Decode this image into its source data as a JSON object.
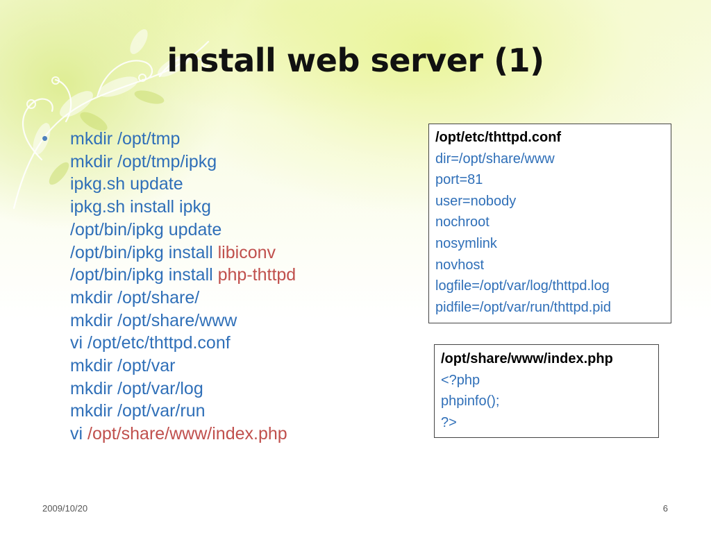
{
  "slide": {
    "title": "install web server (1)",
    "commands": [
      {
        "text": "mkdir /opt/tmp",
        "highlight": ""
      },
      {
        "text": "mkdir /opt/tmp/ipkg",
        "highlight": ""
      },
      {
        "text": "ipkg.sh update",
        "highlight": ""
      },
      {
        "text": "ipkg.sh install ipkg",
        "highlight": ""
      },
      {
        "text": "/opt/bin/ipkg update",
        "highlight": ""
      },
      {
        "text": "/opt/bin/ipkg install ",
        "highlight": "libiconv"
      },
      {
        "text": "/opt/bin/ipkg install ",
        "highlight": "php-thttpd"
      },
      {
        "text": "mkdir /opt/share/",
        "highlight": ""
      },
      {
        "text": "mkdir /opt/share/www",
        "highlight": ""
      },
      {
        "text": "vi /opt/etc/thttpd.conf",
        "highlight": ""
      },
      {
        "text": "mkdir /opt/var",
        "highlight": ""
      },
      {
        "text": "mkdir /opt/var/log",
        "highlight": ""
      },
      {
        "text": "mkdir /opt/var/run",
        "highlight": ""
      },
      {
        "text": "vi ",
        "highlight": "/opt/share/www/index.php"
      }
    ],
    "config_box": {
      "heading": "/opt/etc/thttpd.conf",
      "lines": [
        "dir=/opt/share/www",
        "port=81",
        "user=nobody",
        "nochroot",
        "nosymlink",
        "novhost",
        "logfile=/opt/var/log/thttpd.log",
        "pidfile=/opt/var/run/thttpd.pid"
      ]
    },
    "php_box": {
      "heading": "/opt/share/www/index.php",
      "lines": [
        "<?php",
        "phpinfo();",
        "?>"
      ]
    },
    "footer": {
      "date": "2009/10/20",
      "page_number": "6"
    },
    "colors": {
      "command_text": "#2f6fb8",
      "highlight_text": "#c0504d",
      "bullet": "#4f81bd",
      "title": "#111111"
    },
    "icons": {
      "bullet": "bullet-dot-icon",
      "decoration": "floral-vine-decoration"
    }
  }
}
